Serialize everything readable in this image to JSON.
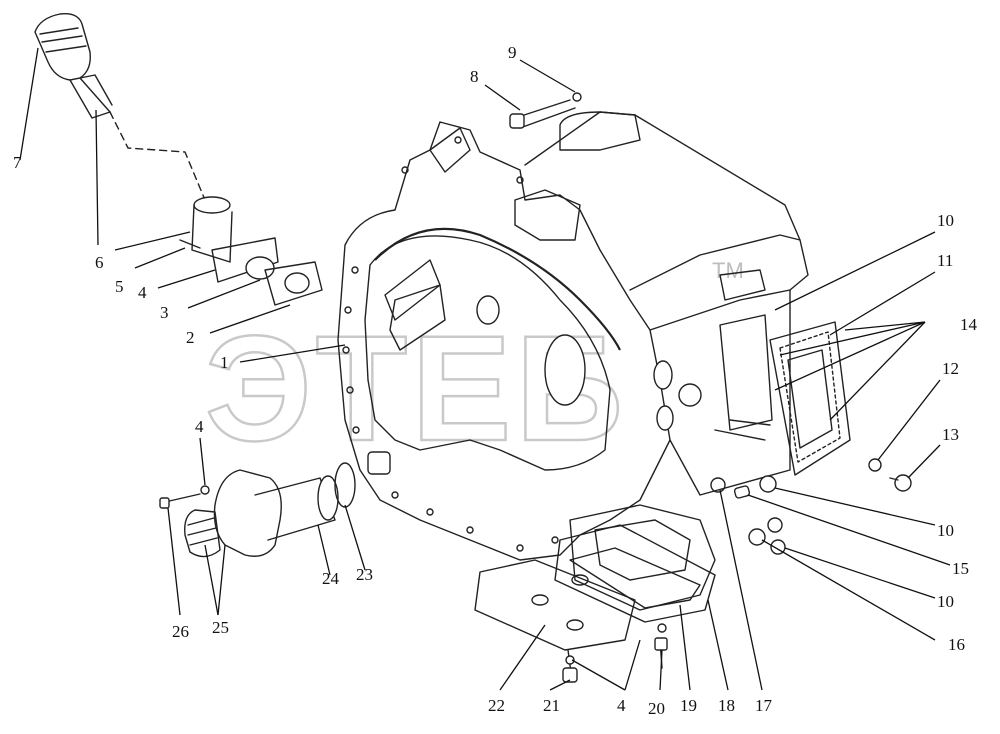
{
  "watermark": {
    "text": "ЭТЕБ",
    "tm": "TM"
  },
  "callouts": [
    {
      "id": "c1",
      "label": "1"
    },
    {
      "id": "c2",
      "label": "2"
    },
    {
      "id": "c3",
      "label": "3"
    },
    {
      "id": "c4a",
      "label": "4"
    },
    {
      "id": "c4b",
      "label": "4"
    },
    {
      "id": "c4c",
      "label": "4"
    },
    {
      "id": "c5",
      "label": "5"
    },
    {
      "id": "c6",
      "label": "6"
    },
    {
      "id": "c7",
      "label": "7"
    },
    {
      "id": "c8",
      "label": "8"
    },
    {
      "id": "c9",
      "label": "9"
    },
    {
      "id": "c10a",
      "label": "10"
    },
    {
      "id": "c10b",
      "label": "10"
    },
    {
      "id": "c10c",
      "label": "10"
    },
    {
      "id": "c11",
      "label": "11"
    },
    {
      "id": "c12",
      "label": "12"
    },
    {
      "id": "c13",
      "label": "13"
    },
    {
      "id": "c14",
      "label": "14"
    },
    {
      "id": "c15",
      "label": "15"
    },
    {
      "id": "c16",
      "label": "16"
    },
    {
      "id": "c17",
      "label": "17"
    },
    {
      "id": "c18",
      "label": "18"
    },
    {
      "id": "c19",
      "label": "19"
    },
    {
      "id": "c20",
      "label": "20"
    },
    {
      "id": "c21",
      "label": "21"
    },
    {
      "id": "c22",
      "label": "22"
    },
    {
      "id": "c23",
      "label": "23"
    },
    {
      "id": "c24",
      "label": "24"
    },
    {
      "id": "c25",
      "label": "25"
    },
    {
      "id": "c26",
      "label": "26"
    }
  ]
}
